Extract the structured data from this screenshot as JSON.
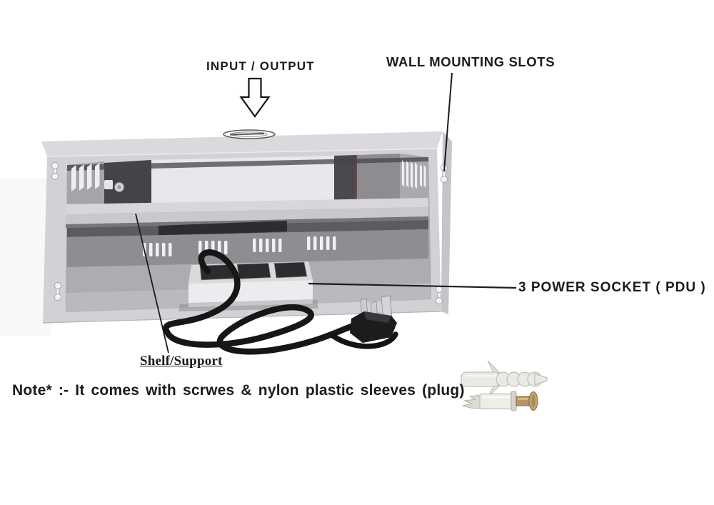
{
  "annotations": {
    "input_output": "INPUT / OUTPUT",
    "wall_mounting_slots": "WALL MOUNTING SLOTS",
    "power_socket": "3 POWER SOCKET ( PDU )",
    "shelf_support": "Shelf/Support",
    "note": "Note* :- It comes with scrwes & nylon plastic sleeves (plug)"
  },
  "colors": {
    "text": "#1b1b1b",
    "cabinet_front": "#d4d1d6",
    "cabinet_top": "#dcd9de",
    "cabinet_side": "#c7c4c9",
    "interior_base": "#98959b",
    "back_panel_light": "#e9e6ee",
    "pdu_front": "#edebee",
    "pdu_top": "#dbd9dc",
    "socket_dark": "#2e2b2f",
    "cable_black": "#161616",
    "brass_screw": "#b59566",
    "nylon_plug": "#ebe9e4"
  }
}
